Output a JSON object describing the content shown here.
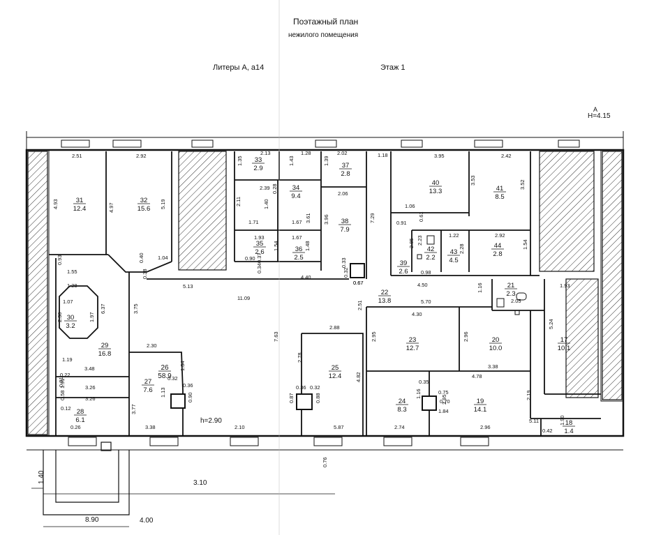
{
  "header": {
    "title_line1": "Поэтажный план",
    "title_line2": "нежилого помещения",
    "litera": "Литеры А, а14",
    "floor": "Этаж 1",
    "section_mark": "А",
    "height_mark": "H=4.15"
  },
  "rooms": [
    {
      "num": "31",
      "area": "12.4"
    },
    {
      "num": "32",
      "area": "15.6"
    },
    {
      "num": "33",
      "area": "2.9"
    },
    {
      "num": "34",
      "area": "9.4"
    },
    {
      "num": "35",
      "area": "2.6"
    },
    {
      "num": "36",
      "area": "2.5"
    },
    {
      "num": "37",
      "area": "2.8"
    },
    {
      "num": "38",
      "area": "7.9"
    },
    {
      "num": "39",
      "area": "2.6"
    },
    {
      "num": "40",
      "area": "13.3"
    },
    {
      "num": "41",
      "area": "8.5"
    },
    {
      "num": "42",
      "area": "2.2"
    },
    {
      "num": "43",
      "area": "4.5"
    },
    {
      "num": "44",
      "area": "2.8"
    },
    {
      "num": "30",
      "area": "3.2"
    },
    {
      "num": "29",
      "area": "16.8"
    },
    {
      "num": "26",
      "area": "58.9"
    },
    {
      "num": "27",
      "area": "7.6"
    },
    {
      "num": "28",
      "area": "6.1"
    },
    {
      "num": "25",
      "area": "12.4"
    },
    {
      "num": "22",
      "area": "13.8"
    },
    {
      "num": "21",
      "area": "2.3"
    },
    {
      "num": "23",
      "area": "12.7"
    },
    {
      "num": "20",
      "area": "10.0"
    },
    {
      "num": "17",
      "area": "10.1"
    },
    {
      "num": "24",
      "area": "8.3"
    },
    {
      "num": "19",
      "area": "14.1"
    },
    {
      "num": "18",
      "area": "1.4"
    }
  ],
  "dims": [
    "2.51",
    "2.92",
    "2.13",
    "1.28",
    "2.02",
    "1.18",
    "3.95",
    "2.42",
    "4.93",
    "4.97",
    "5.19",
    "1.35",
    "1.43",
    "1.39",
    "2.39",
    "0.28",
    "3.61",
    "2.06",
    "1.06",
    "3.53",
    "3.52",
    "2.11",
    "1.40",
    "1.71",
    "1.67",
    "3.96",
    "7.29",
    "0.91",
    "0.61",
    "1.93",
    "1.67",
    "1.54",
    "1.48",
    "1.22",
    "2.92",
    "2.23",
    "2.85",
    "2.28",
    "1.54",
    "0.93",
    "1.55",
    "1.04",
    "0.40",
    "0.90",
    "0.37",
    "0.34",
    "0.33",
    "0.67",
    "0.98",
    "0.38",
    "5.13",
    "4.40",
    "0.32",
    "0.67",
    "4.50",
    "1.28",
    "1.07",
    "6.37",
    "11.09",
    "1.16",
    "1.93",
    "2.51",
    "5.70",
    "4.30",
    "2.05",
    "1.97",
    "2.30",
    "3.75",
    "2.88",
    "5.24",
    "2.95",
    "2.96",
    "2.30",
    "2.78",
    "7.63",
    "1.19",
    "3.48",
    "1.84",
    "0.32",
    "0.36",
    "3.38",
    "0.22",
    "0.81",
    "3.26",
    "1.91",
    "0.58",
    "1.13",
    "0.90",
    "4.82",
    "0.36",
    "0.32",
    "0.35",
    "4.78",
    "0.87",
    "0.88",
    "3.26",
    "1.16",
    "0.75",
    "2.19",
    "0.12",
    "3.77",
    "0.70",
    "2.95",
    "1.84",
    "0.26",
    "3.38",
    "2.10",
    "5.87",
    "2.74",
    "2.96",
    "5.11",
    "0.42",
    "1.90",
    "0.76",
    "1.40",
    "3.10",
    "8.90",
    "4.00",
    "а14"
  ],
  "ceiling_height": "h=2.90",
  "colors": {
    "line": "#111111",
    "hatch": "#333333",
    "paper": "#ffffff"
  }
}
